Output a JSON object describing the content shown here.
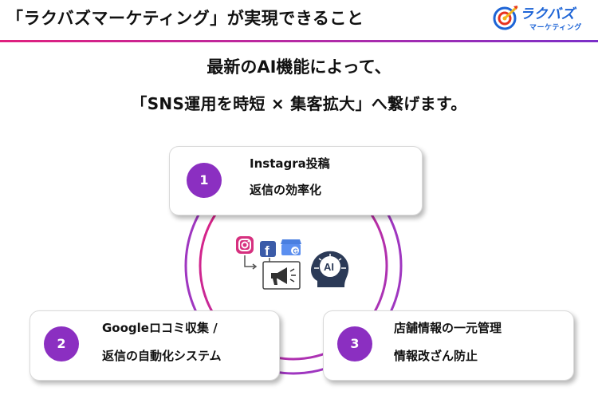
{
  "header": {
    "title": "「ラクバズマーケティング」が実現できること",
    "logo_name": "ラクバズ",
    "logo_sub": "マーケティング"
  },
  "headline": {
    "line1": "最新のAI機能によって、",
    "line2": "「SNS運用を時短 × 集客拡大」へ繋げます。"
  },
  "features": [
    {
      "number": "1",
      "line1": "Instagra投稿",
      "line2": "返信の効率化"
    },
    {
      "number": "2",
      "line1": "Googleロコミ収集 /",
      "line2": "返信の自動化システム"
    },
    {
      "number": "3",
      "line1": "店舗情報の一元管理",
      "line2": "情報改ざん防止"
    }
  ],
  "center": {
    "icons": [
      "instagram-icon",
      "facebook-icon",
      "google-business-icon",
      "megaphone-icon",
      "ai-head-icon"
    ],
    "ai_text": "AI",
    "google_letter": "G",
    "facebook_letter": "f"
  },
  "colors": {
    "accent_purple": "#8b2fc1",
    "ring_pink": "#e0207e",
    "ring_violet": "#9f36c0",
    "logo_blue": "#1d64d6"
  }
}
